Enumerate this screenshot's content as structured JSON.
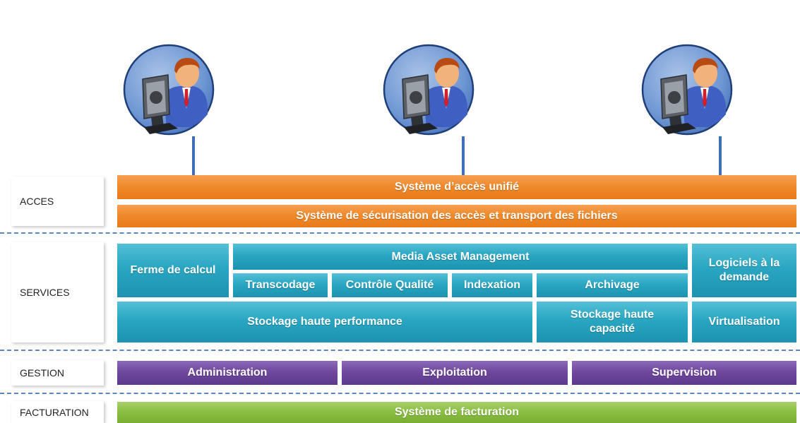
{
  "users": [
    {
      "icon": "user-at-computer-icon"
    },
    {
      "icon": "user-at-computer-icon"
    },
    {
      "icon": "user-at-computer-icon"
    }
  ],
  "labels": {
    "acces": "ACCES",
    "services": "SERVICES",
    "gestion": "GESTION",
    "facturation": "FACTURATION"
  },
  "acces": {
    "unified": "Système d’accès unifié",
    "security": "Système de sécurisation des accès et transport des fichiers"
  },
  "services": {
    "ferme": "Ferme de calcul",
    "mam": "Media Asset Management",
    "transcodage": "Transcodage",
    "controle": "Contrôle Qualité",
    "indexation": "Indexation",
    "archivage": "Archivage",
    "logiciels": "Logiciels à la demande",
    "stockage_perf": "Stockage haute performance",
    "stockage_cap": "Stockage haute capacité",
    "virtualisation": "Virtualisation"
  },
  "gestion": {
    "administration": "Administration",
    "exploitation": "Exploitation",
    "supervision": "Supervision"
  },
  "facturation": {
    "systeme": "Système de facturation"
  },
  "colors": {
    "orange": "#ef8a2c",
    "teal": "#2aa6c2",
    "purple": "#70489f",
    "green": "#8cc044",
    "separator": "#5b86bf"
  }
}
